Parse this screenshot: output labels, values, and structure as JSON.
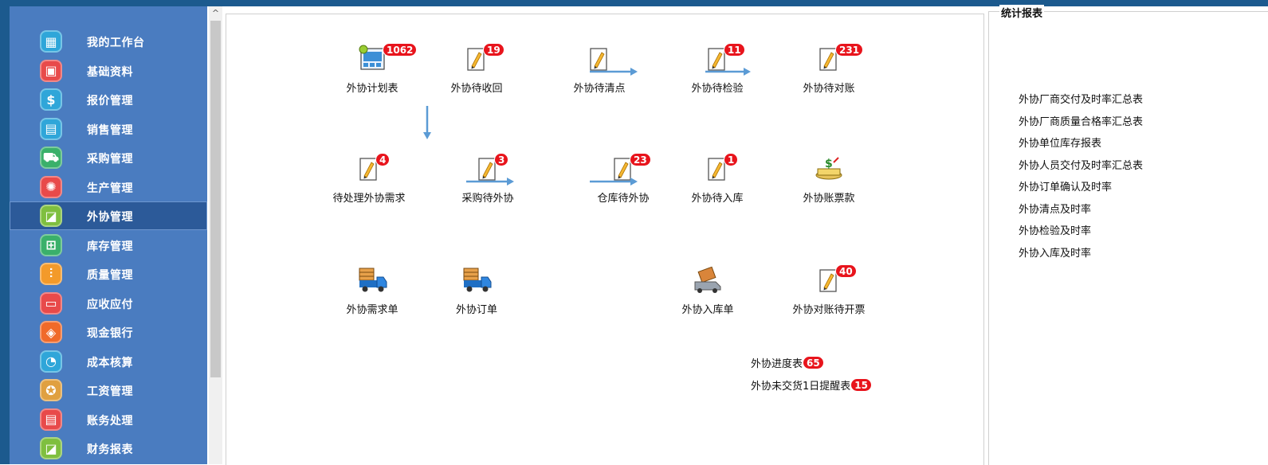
{
  "sidebar": {
    "items": [
      {
        "label": "我的工作台",
        "icon": "store-icon",
        "color": "#2fa6d9"
      },
      {
        "label": "基础资料",
        "icon": "wallet-icon",
        "color": "#e84a4a"
      },
      {
        "label": "报价管理",
        "icon": "dollar-icon",
        "color": "#2fa6d9"
      },
      {
        "label": "销售管理",
        "icon": "calendar-icon",
        "color": "#2fa6d9"
      },
      {
        "label": "采购管理",
        "icon": "truck-icon",
        "color": "#3ab06a"
      },
      {
        "label": "生产管理",
        "icon": "gear-icon",
        "color": "#e84a4a"
      },
      {
        "label": "外协管理",
        "icon": "chart-icon",
        "color": "#7fbf3f"
      },
      {
        "label": "库存管理",
        "icon": "grid-icon",
        "color": "#3ab06a"
      },
      {
        "label": "质量管理",
        "icon": "sliders-icon",
        "color": "#f39a2a"
      },
      {
        "label": "应收应付",
        "icon": "monitor-icon",
        "color": "#e84a4a"
      },
      {
        "label": "现金银行",
        "icon": "ticket-icon",
        "color": "#f06a2a"
      },
      {
        "label": "成本核算",
        "icon": "pie-icon",
        "color": "#2fa6d9"
      },
      {
        "label": "工资管理",
        "icon": "award-icon",
        "color": "#e0a040"
      },
      {
        "label": "账务处理",
        "icon": "document-icon",
        "color": "#e84a4a"
      },
      {
        "label": "财务报表",
        "icon": "report-icon",
        "color": "#7fbf3f"
      }
    ],
    "active_index": 6
  },
  "flow": {
    "nodes": [
      {
        "id": "plan",
        "label": "外协计划表",
        "badge": "1062",
        "icon": "plan-icon"
      },
      {
        "id": "recv",
        "label": "外协待收回",
        "badge": "19",
        "icon": "document-edit-icon"
      },
      {
        "id": "count",
        "label": "外协待清点",
        "badge": "",
        "icon": "document-edit-icon"
      },
      {
        "id": "inspect",
        "label": "外协待检验",
        "badge": "11",
        "icon": "document-edit-icon"
      },
      {
        "id": "reconcile",
        "label": "外协待对账",
        "badge": "231",
        "icon": "document-edit-icon"
      },
      {
        "id": "pending",
        "label": "待处理外协需求",
        "badge": "4",
        "icon": "document-edit-icon"
      },
      {
        "id": "purchase",
        "label": "采购待外协",
        "badge": "3",
        "icon": "document-edit-icon"
      },
      {
        "id": "warehouse",
        "label": "仓库待外协",
        "badge": "23",
        "icon": "document-edit-icon"
      },
      {
        "id": "stockin",
        "label": "外协待入库",
        "badge": "1",
        "icon": "document-edit-icon"
      },
      {
        "id": "bills",
        "label": "外协账票款",
        "badge": "",
        "icon": "money-icon"
      },
      {
        "id": "demand",
        "label": "外协需求单",
        "badge": "",
        "icon": "truck-icon"
      },
      {
        "id": "order",
        "label": "外协订单",
        "badge": "",
        "icon": "truck-icon"
      },
      {
        "id": "inbound",
        "label": "外协入库单",
        "badge": "",
        "icon": "delivery-icon"
      },
      {
        "id": "invoice",
        "label": "外协对账待开票",
        "badge": "40",
        "icon": "document-edit-icon"
      }
    ],
    "links": [
      {
        "label": "外协进度表",
        "badge": "65"
      },
      {
        "label": "外协未交货1日提醒表",
        "badge": "15"
      }
    ]
  },
  "reports": {
    "title": "统计报表",
    "items": [
      "外协厂商交付及时率汇总表",
      "外协厂商质量合格率汇总表",
      "外协单位库存报表",
      "外协人员交付及时率汇总表",
      "外协订单确认及时率",
      "外协清点及时率",
      "外协检验及时率",
      "外协入库及时率"
    ]
  },
  "colors": {
    "sidebar": "#4a7cc0",
    "sidebar_active": "#2c5a99",
    "frame": "#1c5a8e",
    "badge": "#e8141c",
    "arrow": "#5b9bd5"
  }
}
